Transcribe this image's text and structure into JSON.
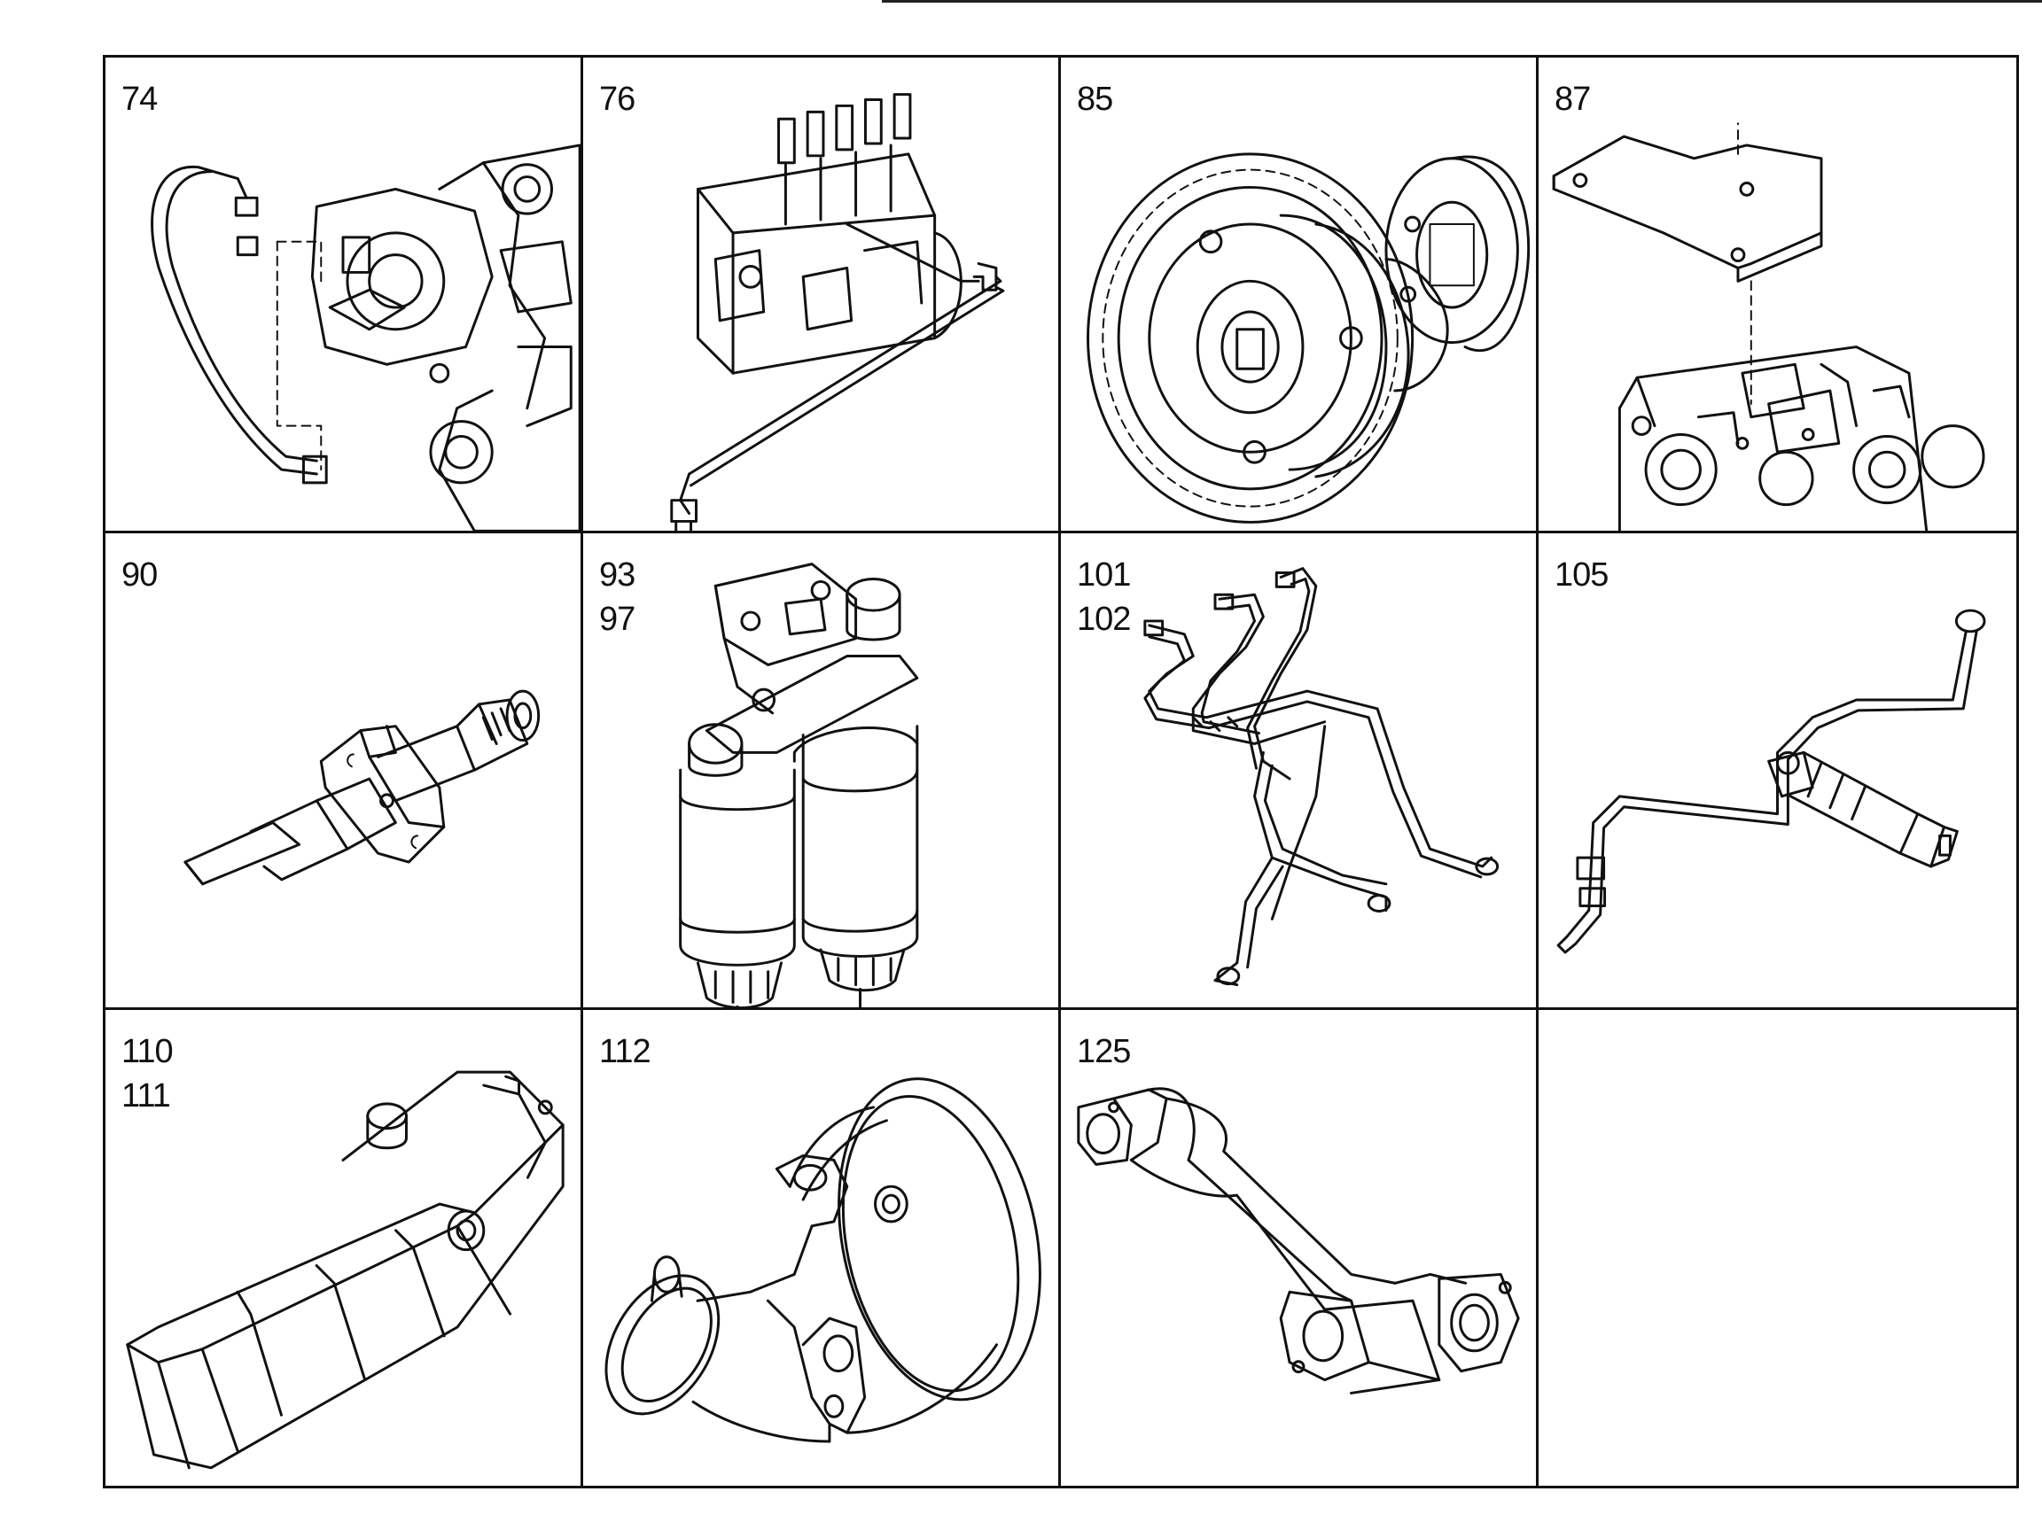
{
  "cells": [
    {
      "labels": [
        "74"
      ],
      "part_icon": "fuel-pipe-pump-icon"
    },
    {
      "labels": [
        "76"
      ],
      "part_icon": "injection-pump-icon"
    },
    {
      "labels": [
        "85"
      ],
      "part_icon": "pump-drive-gear-icon"
    },
    {
      "labels": [
        "87"
      ],
      "part_icon": "cover-plate-icon"
    },
    {
      "labels": [
        "90"
      ],
      "part_icon": "injector-icon"
    },
    {
      "labels": [
        "93",
        "97"
      ],
      "part_icon": "fuel-filter-icon"
    },
    {
      "labels": [
        "101",
        "102"
      ],
      "part_icon": "injection-lines-icon"
    },
    {
      "labels": [
        "105"
      ],
      "part_icon": "injector-line-icon"
    },
    {
      "labels": [
        "110",
        "111"
      ],
      "part_icon": "manifold-icon"
    },
    {
      "labels": [
        "112"
      ],
      "part_icon": "elbow-housing-icon"
    },
    {
      "labels": [
        "125"
      ],
      "part_icon": "exhaust-pipe-icon"
    },
    {
      "labels": [],
      "part_icon": ""
    }
  ]
}
